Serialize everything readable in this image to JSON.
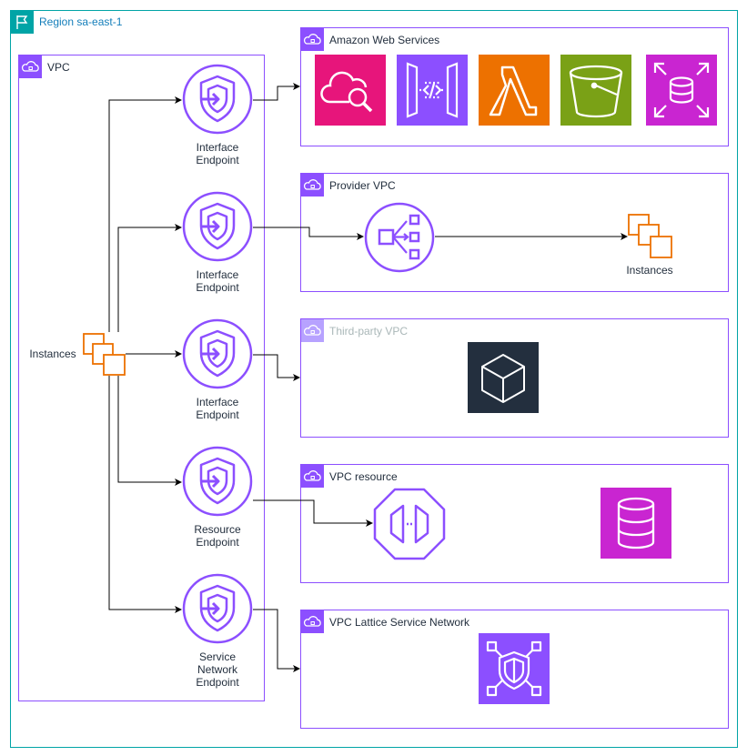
{
  "region": {
    "label": "Region sa-east-1",
    "color": "#00a4a6",
    "label_color": "#147eba"
  },
  "vpc": {
    "label": "VPC",
    "color": "#8c4fff"
  },
  "instances_left": {
    "label": "Instances",
    "icon": "ec2-instances-icon"
  },
  "endpoints": [
    {
      "label": "Interface\nEndpoint",
      "icon": "vpc-endpoint-icon"
    },
    {
      "label": "Interface\nEndpoint",
      "icon": "vpc-endpoint-icon"
    },
    {
      "label": "Interface\nEndpoint",
      "icon": "vpc-endpoint-icon"
    },
    {
      "label": "Resource\nEndpoint",
      "icon": "vpc-endpoint-icon"
    },
    {
      "label": "Service\nNetwork\nEndpoint",
      "icon": "vpc-endpoint-icon"
    }
  ],
  "groups": {
    "aws": {
      "label": "Amazon Web Services",
      "services": [
        {
          "icon": "cloudsearch-icon",
          "color": "#e7157b"
        },
        {
          "icon": "api-gateway-icon",
          "color": "#8c4fff"
        },
        {
          "icon": "lambda-icon",
          "color": "#ed7100"
        },
        {
          "icon": "s3-bucket-icon",
          "color": "#7aa116"
        },
        {
          "icon": "rds-database-icon",
          "color": "#c925d1"
        }
      ]
    },
    "provider": {
      "label": "Provider VPC",
      "nlb_icon": "network-load-balancer-icon",
      "instances_label": "Instances",
      "instances_icon": "ec2-instances-icon"
    },
    "thirdparty": {
      "label": "Third-party VPC",
      "icon": "cube-icon",
      "color": "#232f3e"
    },
    "resource": {
      "label": "VPC resource",
      "gateway_icon": "resource-gateway-icon",
      "db_icon": "database-icon",
      "db_color": "#c925d1"
    },
    "lattice": {
      "label": "VPC Lattice Service Network",
      "icon": "vpc-lattice-icon",
      "color": "#8c4fff"
    }
  }
}
